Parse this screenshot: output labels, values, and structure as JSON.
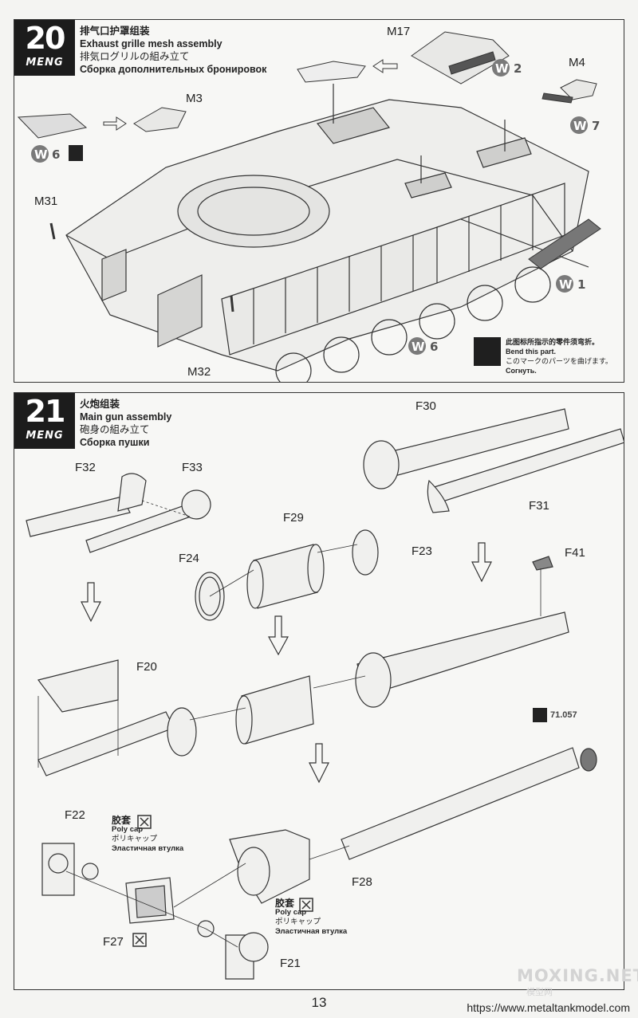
{
  "step20": {
    "number": "20",
    "brand": "MENG",
    "title_cn": "排气口护罩组装",
    "title_en": "Exhaust grille mesh assembly",
    "title_ja": "排気ログリルの組み立て",
    "title_ru": "Сборка дополнительных бронировок",
    "parts": {
      "m17": "M17",
      "m4": "M4",
      "m3": "M3",
      "m31": "M31",
      "m32": "M32"
    },
    "w_badges": [
      {
        "letter": "W",
        "num": "2"
      },
      {
        "letter": "W",
        "num": "7"
      },
      {
        "letter": "W",
        "num": "6"
      },
      {
        "letter": "W",
        "num": "1"
      },
      {
        "letter": "W",
        "num": "6"
      }
    ],
    "bend_note": {
      "cn": "此图标所指示的零件须弯折。",
      "en": "Bend this part.",
      "ja": "このマークのパーツを曲げます。",
      "ru": "Согнуть."
    }
  },
  "step21": {
    "number": "21",
    "brand": "MENG",
    "title_cn": "火炮组装",
    "title_en": "Main gun assembly",
    "title_ja": "砲身の組み立て",
    "title_ru": "Сборка пушки",
    "parts": {
      "f30": "F30",
      "f32": "F32",
      "f33": "F33",
      "f31": "F31",
      "f29": "F29",
      "f23": "F23",
      "f24": "F24",
      "f41": "F41",
      "f20": "F20",
      "f22": "F22",
      "f28": "F28",
      "f27": "F27",
      "f21": "F21"
    },
    "paint_ref": "71.057",
    "polycap": {
      "cn": "胶套",
      "en": "Poly cap",
      "ja": "ポリキャップ",
      "ru": "Эластичная втулка"
    }
  },
  "footer": {
    "page_number": "13",
    "url": "https://www.metaltankmodel.com",
    "watermark": "MOXING.NET",
    "watermark_sub": "模型网"
  }
}
